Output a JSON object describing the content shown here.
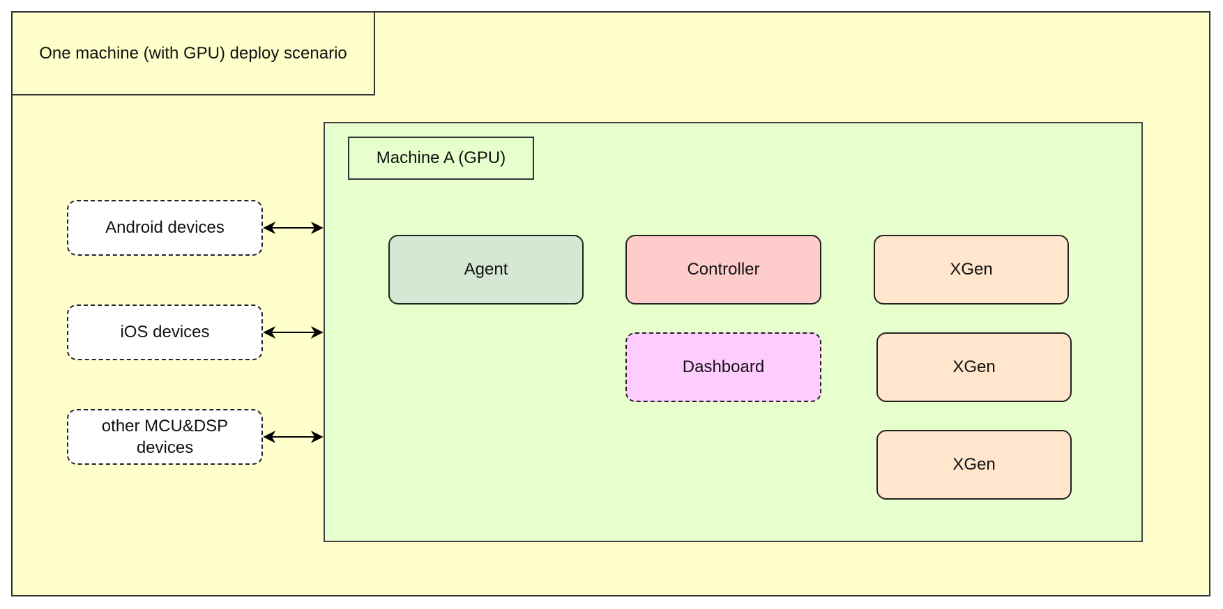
{
  "diagram": {
    "title": "One machine (with GPU) deploy scenario",
    "machine_label": "Machine A  (GPU)",
    "devices": [
      "Android devices",
      "iOS devices",
      "other MCU&DSP devices"
    ],
    "components": {
      "agent": "Agent",
      "controller": "Controller",
      "dashboard": "Dashboard",
      "xgen": [
        "XGen",
        "XGen",
        "XGen"
      ]
    }
  },
  "colors": {
    "outer_fill": "#FFFFCC",
    "machine_fill": "#E6FFCC",
    "device_fill": "#FFFFFF",
    "agent_fill": "#D5E8D4",
    "controller_fill": "#FFCCCC",
    "dashboard_fill": "#FFCCFF",
    "xgen_fill": "#FFE6CC"
  }
}
